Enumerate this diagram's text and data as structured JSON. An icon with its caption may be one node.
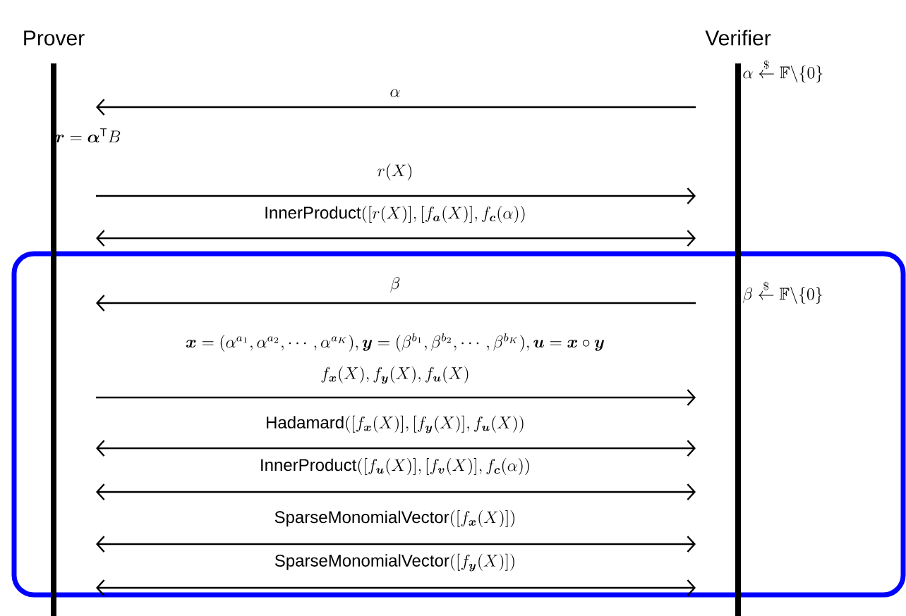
{
  "diagram": {
    "nodes": [
      {
        "text": [
          "Prover"
        ]
      },
      {
        "text": [
          "Verifier"
        ]
      }
    ],
    "edges": [
      {
        "from": 1,
        "to": 0,
        "arrow": "to",
        "label": "\\alpha"
      },
      {
        "from": 0,
        "to": 1,
        "arrow": "to",
        "label": "r(X)"
      },
      {
        "from": 0,
        "to": 1,
        "arrow": "both",
        "label": "\\text{InnerProduct}([r(X)],[f_{\\boldsymbol{a}}(X)],f_{\\boldsymbol{c}}(\\alpha))"
      },
      {
        "from": 1,
        "to": 0,
        "arrow": "to",
        "label": "\\beta"
      },
      {
        "from": 0,
        "to": 1,
        "arrow": "to",
        "label": "f_{\\boldsymbol{x}}(X),f_{\\boldsymbol{y}}(X),f_{\\boldsymbol{u}}(X)"
      },
      {
        "from": 0,
        "to": 1,
        "arrow": "both",
        "label": "\\text{Hadamard}([f_{\\boldsymbol{x}}(X)],[f_{\\boldsymbol{y}}(X)],f_{\\boldsymbol{u}}(X))"
      },
      {
        "from": 0,
        "to": 1,
        "arrow": "both",
        "label": "\\text{InnerProduct}([f_{\\boldsymbol{u}}(X)],[f_{\\boldsymbol{v}}(X)],f_{\\boldsymbol{c}}(\\alpha))"
      },
      {
        "from": 0,
        "to": 1,
        "arrow": "both",
        "label": "\\text{SparseMonomialVector}([f_{\\boldsymbol{x}}(X)])"
      },
      {
        "from": 0,
        "to": 1,
        "arrow": "both",
        "label": "\\text{SparseMonomialVector}([f_{\\boldsymbol{y}}(X)])"
      }
    ],
    "labels": [
      "\\alpha\\stackrel{\\$}{\\leftarrow}\\mathbb{F}\\backslash\\{0\\}",
      "\\boldsymbol{r}=\\boldsymbol{\\alpha}^{\\text{T}}B",
      "\\beta\\stackrel{\\$}{\\leftarrow}\\mathbb{F}\\backslash\\{0\\}",
      "\\boldsymbol{x}=(\\alpha^{a_1},\\alpha^{a_2},\\cdots,\\alpha^{a_K}),\\boldsymbol{y}=(\\beta^{b_1},\\beta^{b_2},\\cdots,\\beta^{b_K}),\\boldsymbol{u}=\\boldsymbol{x}\\circ\\boldsymbol{y}"
    ]
  }
}
